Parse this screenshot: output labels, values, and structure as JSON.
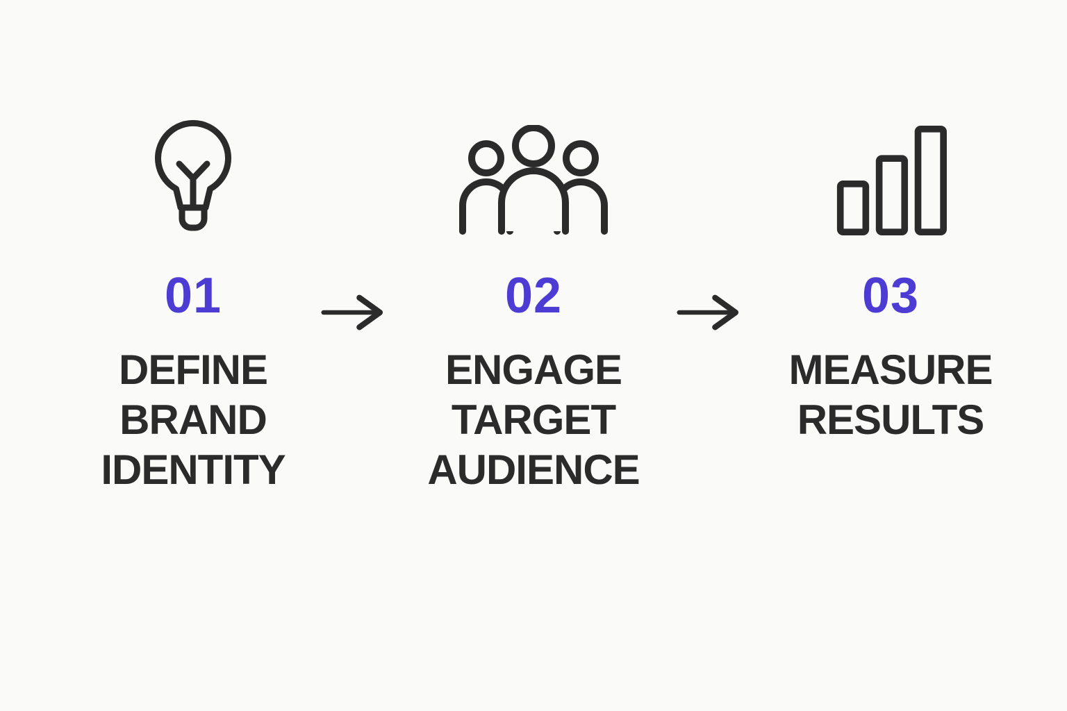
{
  "colors": {
    "background": "#fafaf9",
    "accent": "#4d3cd4",
    "ink": "#2b2b2b",
    "icon_stroke": "#2b2b2b"
  },
  "steps": [
    {
      "number": "01",
      "icon": "lightbulb-icon",
      "label_lines": [
        "DEFINE",
        "BRAND",
        "IDENTITY"
      ]
    },
    {
      "number": "02",
      "icon": "people-icon",
      "label_lines": [
        "ENGAGE",
        "TARGET",
        "AUDIENCE"
      ]
    },
    {
      "number": "03",
      "icon": "bar-chart-icon",
      "label_lines": [
        "MEASURE",
        "RESULTS"
      ]
    }
  ],
  "connectors": [
    {
      "icon": "arrow-right-icon"
    },
    {
      "icon": "arrow-right-icon"
    }
  ]
}
